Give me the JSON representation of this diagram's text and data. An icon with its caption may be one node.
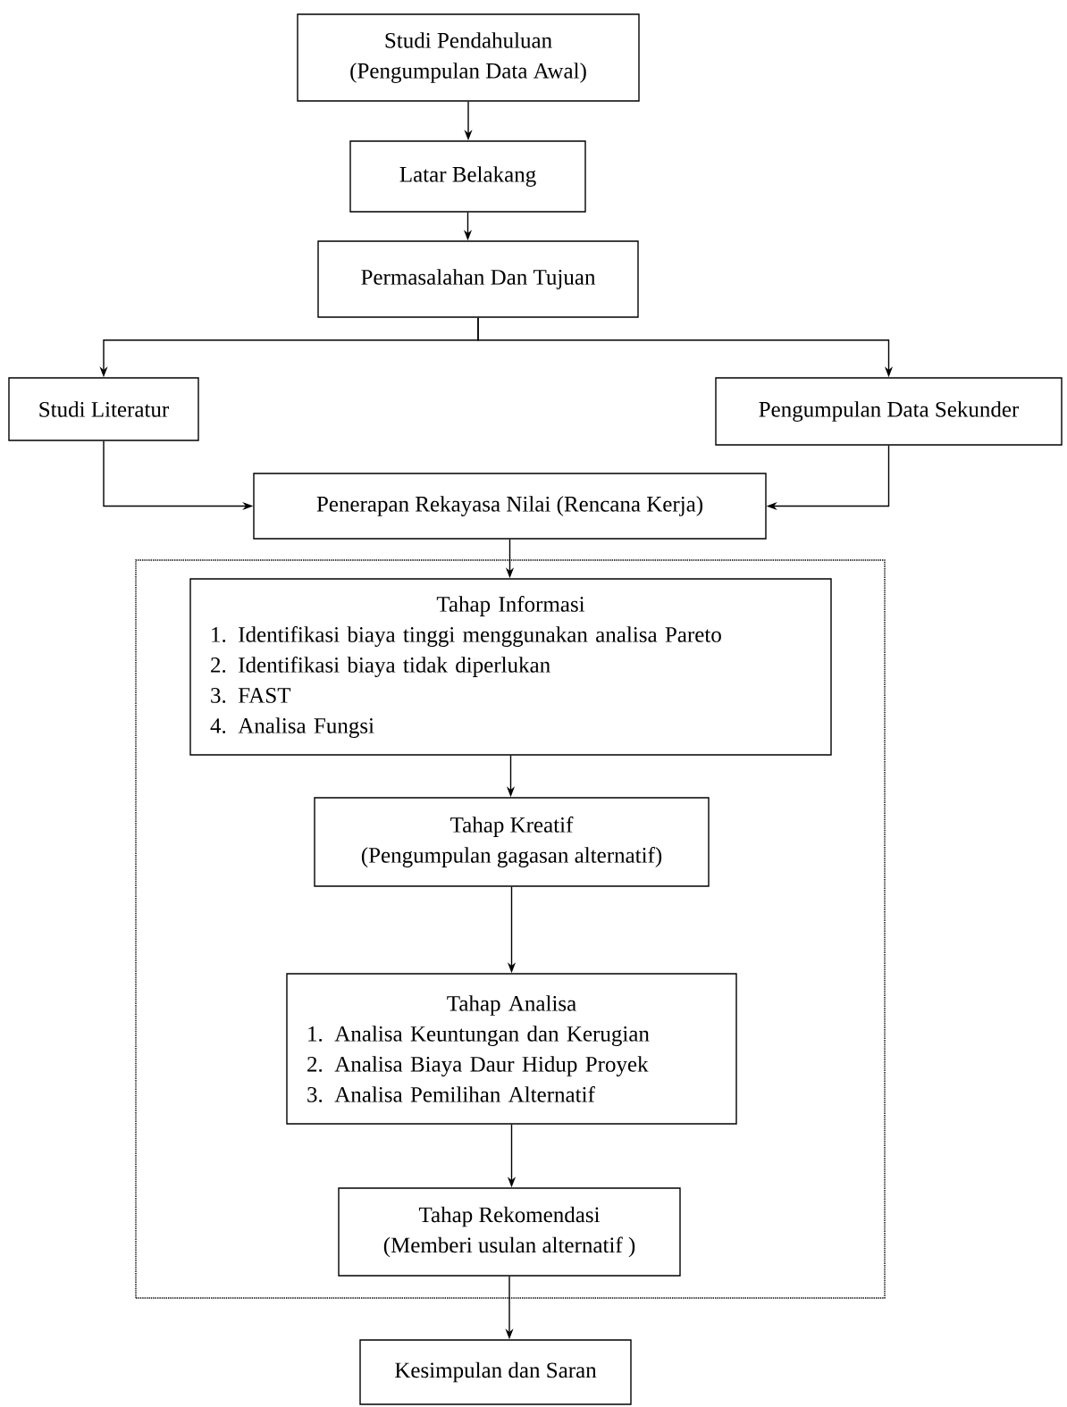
{
  "diagram": {
    "nodes": [
      {
        "text": [
          "Studi Pendahuluan",
          "(Pengumpulan Data Awal)"
        ]
      },
      {
        "text": [
          "Latar Belakang"
        ]
      },
      {
        "text": [
          "Permasalahan Dan Tujuan"
        ]
      },
      {
        "text": [
          "Studi Literatur"
        ]
      },
      {
        "text": [
          "Pengumpulan Data Sekunder"
        ]
      },
      {
        "text": [
          "Penerapan Rekayasa Nilai (Rencana Kerja)"
        ]
      },
      {
        "text": [],
        "shape": "box"
      },
      {
        "text": [
          "Tahap Informasi",
          "1. Identifikasi biaya tinggi menggunakan analisa Pareto",
          "2. Identifikasi biaya tidak diperlukan",
          "3. FAST",
          "4. Analisa Fungsi"
        ],
        "in": 6
      },
      {
        "text": [
          "Tahap Kreatif",
          "(Pengumpulan gagasan alternatif)"
        ],
        "in": 6
      },
      {
        "text": [
          "Tahap Analisa",
          "1. Analisa Keuntungan dan Kerugian",
          "2. Analisa Biaya Daur Hidup Proyek",
          "3. Analisa Pemilihan Alternatif"
        ],
        "in": 6
      },
      {
        "text": [
          "Tahap Rekomendasi",
          "(Memberi usulan alternatif )"
        ],
        "in": 6
      },
      {
        "text": [
          "Kesimpulan dan Saran"
        ]
      }
    ],
    "edges": [
      {
        "from": 0,
        "to": 1,
        "arrow": "to"
      },
      {
        "from": 1,
        "to": 2,
        "arrow": "to"
      },
      {
        "from": 2,
        "to": 3,
        "arrow": "to"
      },
      {
        "from": 2,
        "to": 4,
        "arrow": "to"
      },
      {
        "from": 3,
        "to": 5,
        "arrow": "to"
      },
      {
        "from": 4,
        "to": 5,
        "arrow": "to"
      },
      {
        "from": 5,
        "to": 7,
        "arrow": "to"
      },
      {
        "from": 7,
        "to": 8,
        "arrow": "to"
      },
      {
        "from": 8,
        "to": 9,
        "arrow": "to"
      },
      {
        "from": 9,
        "to": 10,
        "arrow": "to"
      },
      {
        "from": 10,
        "to": 11,
        "arrow": "to"
      }
    ]
  }
}
